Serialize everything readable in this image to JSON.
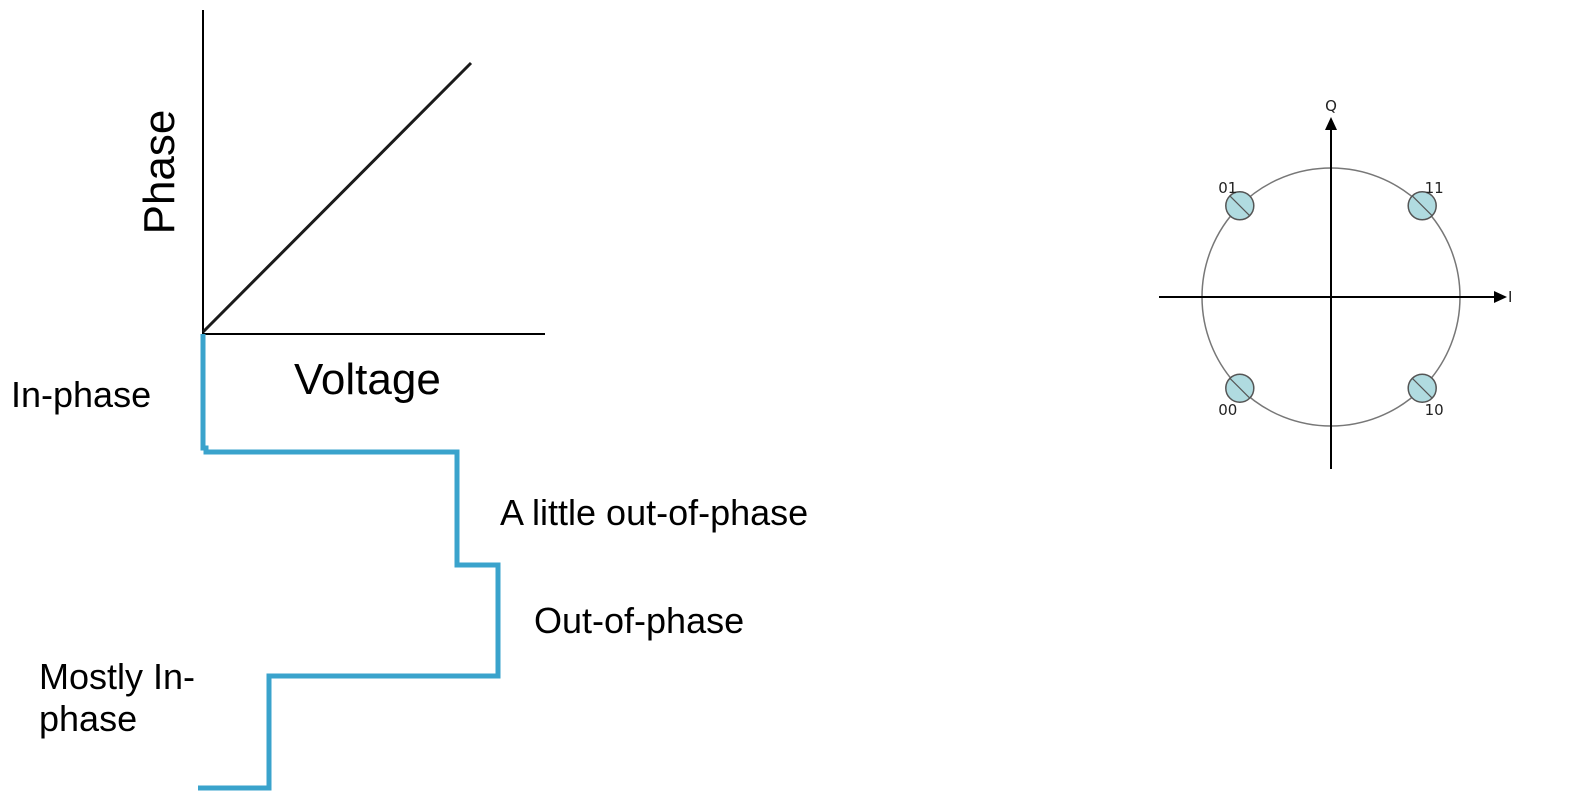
{
  "phase_voltage_graph": {
    "y_axis_label": "Phase",
    "x_axis_label": "Voltage",
    "line_color": "#1a1a1a"
  },
  "step_diagram": {
    "line_color": "#3aa3cc",
    "labels": {
      "in_phase": "In-phase",
      "little_out_of_phase": "A little out-of-phase",
      "out_of_phase": "Out-of-phase",
      "mostly_in_phase": "Mostly In-phase"
    }
  },
  "constellation": {
    "i_axis_label": "I",
    "q_axis_label": "Q",
    "point_fill": "#b0dbe0",
    "circle_color": "#777777",
    "points": [
      {
        "bits": "01",
        "i": -0.707,
        "q": 0.707
      },
      {
        "bits": "11",
        "i": 0.707,
        "q": 0.707
      },
      {
        "bits": "00",
        "i": -0.707,
        "q": -0.707
      },
      {
        "bits": "10",
        "i": 0.707,
        "q": -0.707
      }
    ]
  }
}
